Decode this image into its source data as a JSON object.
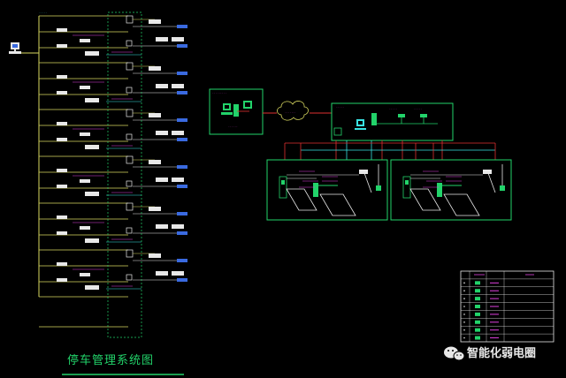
{
  "diagram": {
    "title": "停车管理系统图",
    "watermark": "智能化弱电圈",
    "colors": {
      "background": "#000000",
      "trunk": "#d8d860",
      "green": "#22d36a",
      "cyan": "#39e3e3",
      "red": "#e03030",
      "magenta": "#e040e0",
      "white": "#e8e8e8",
      "blue": "#3a6ae0"
    },
    "floors": [
      {
        "id": 1
      },
      {
        "id": 2
      },
      {
        "id": 3
      },
      {
        "id": 4
      },
      {
        "id": 5
      },
      {
        "id": 6
      }
    ],
    "icons": [
      "computer-icon",
      "cloud-icon",
      "wechat-icon",
      "barrier-gate-icon"
    ]
  }
}
